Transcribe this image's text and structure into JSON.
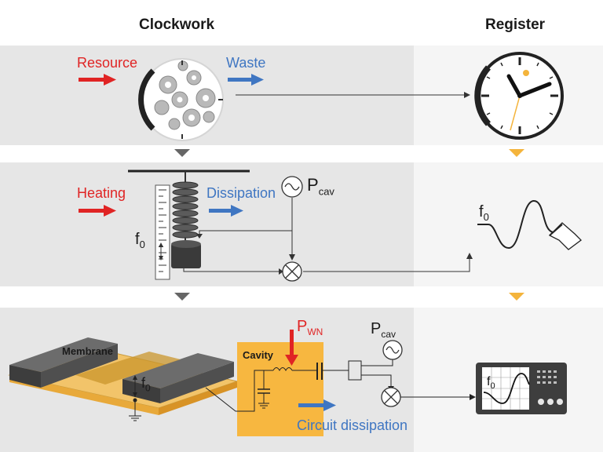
{
  "headers": {
    "clockwork": "Clockwork",
    "register": "Register"
  },
  "row1": {
    "resource": "Resource",
    "waste": "Waste"
  },
  "row2": {
    "heating": "Heating",
    "dissipation": "Dissipation",
    "p_main": "P",
    "p_sub": "cav",
    "f_main": "f",
    "f_sub": "0",
    "register_f_main": "f",
    "register_f_sub": "0"
  },
  "row3": {
    "membrane": "Membrane",
    "cavity": "Cavity",
    "pwn_main": "P",
    "pwn_sub": "WN",
    "pcav_main": "P",
    "pcav_sub": "cav",
    "f_main": "f",
    "f_sub": "0",
    "circuit_dissipation": "Circuit dissipation",
    "scope_f_main": "f",
    "scope_f_sub": "0"
  },
  "colors": {
    "red": "#e02424",
    "blue": "#3f76c2",
    "gold": "#f4b43c",
    "panel_left": "#eaeaea",
    "panel_right": "#f4f4f4"
  }
}
